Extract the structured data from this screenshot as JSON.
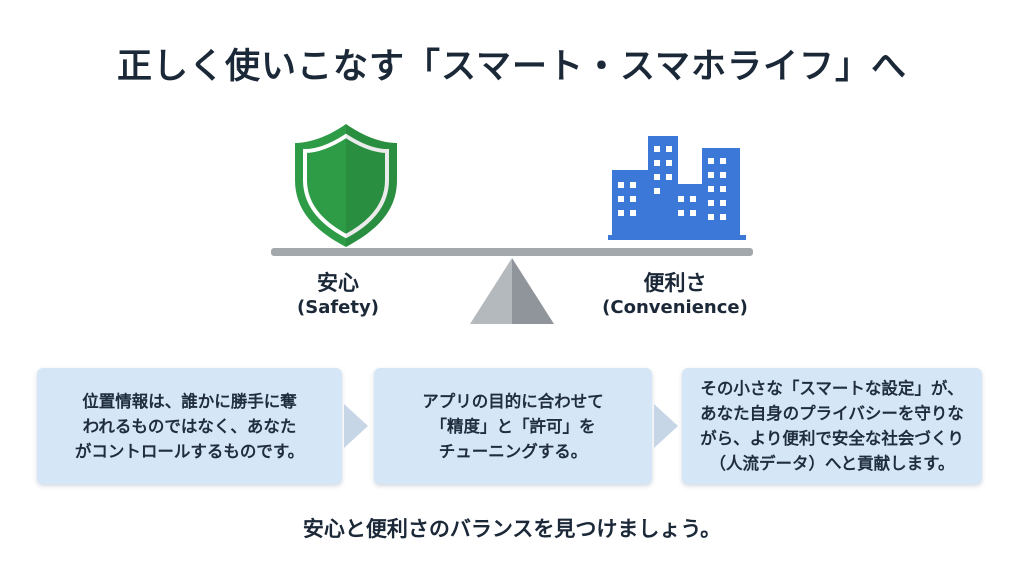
{
  "title": "正しく使いこなす「スマート・スマホライフ」へ",
  "scale": {
    "left": {
      "label": "安心",
      "sublabel": "(Safety)",
      "icon": "shield-icon"
    },
    "right": {
      "label": "便利さ",
      "sublabel": "(Convenience)",
      "icon": "buildings-icon"
    }
  },
  "colors": {
    "shield": "#2e9b46",
    "buildings": "#3b78d8",
    "beam": "#a3a8ad",
    "fulcrum": "#9aa0a6",
    "card_bg": "#d5e6f6",
    "arrow": "#c6d6e6"
  },
  "steps": [
    {
      "lines": [
        "位置情報は、誰かに勝手に奪",
        "われるものではなく、あなた",
        "がコントロールするものです。"
      ]
    },
    {
      "lines": [
        "アプリの目的に合わせて",
        "「精度」と「許可」を",
        "チューニングする。"
      ]
    },
    {
      "lines": [
        "その小さな「スマートな設定」が、",
        "あなた自身のプライバシーを守りな",
        "がら、より便利で安全な社会づくり",
        "（人流データ）へと貢献します。"
      ]
    }
  ],
  "footer": "安心と便利さのバランスを見つけましょう。"
}
